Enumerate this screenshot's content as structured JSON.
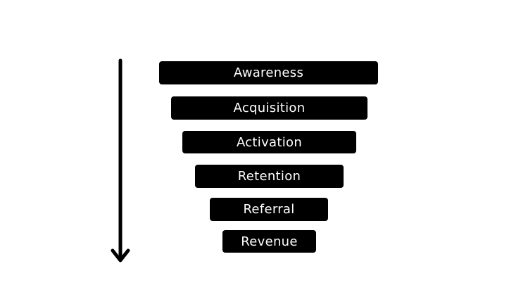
{
  "funnel": {
    "stages": [
      {
        "label": "Awareness"
      },
      {
        "label": "Acquisition"
      },
      {
        "label": "Activation"
      },
      {
        "label": "Retention"
      },
      {
        "label": "Referral"
      },
      {
        "label": "Revenue"
      }
    ]
  },
  "colors": {
    "bar": "#000000",
    "label": "#ffffff",
    "arrow": "#000000",
    "background": "#ffffff"
  },
  "icons": {
    "arrow": "arrow-down-icon"
  }
}
